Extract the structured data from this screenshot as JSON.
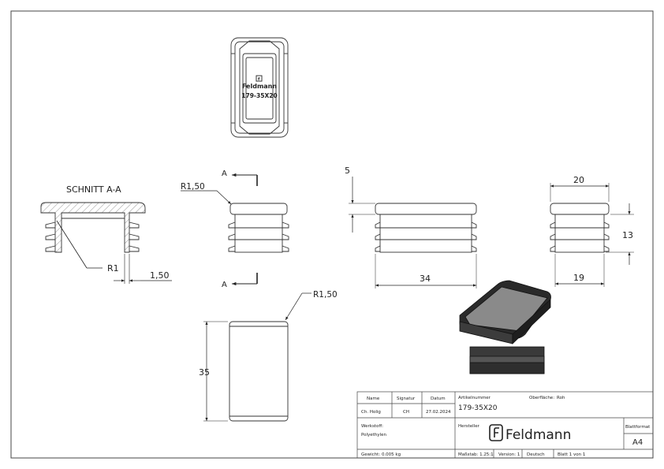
{
  "views": {
    "top": {
      "brand": "Feldmann",
      "code": "179-35X20"
    },
    "section_title": "SCHNITT A-A",
    "section_marker": "A",
    "dims": {
      "gap_5": "5",
      "r150_front": "R1,50",
      "r150_bottom": "R1,50",
      "r1": "R1",
      "wall_150": "1,50",
      "w20": "20",
      "h13": "13",
      "w19": "19",
      "w34": "34",
      "h35": "35"
    }
  },
  "titleblock": {
    "name_h": "Name",
    "sig_h": "Signatur",
    "date_h": "Datum",
    "name_v": "Ch. Holig",
    "sig_v": "CH",
    "date_v": "27.02.2024",
    "art_h": "Artikelnummer",
    "art_v": "179-35X20",
    "surf_h": "Oberfläche:",
    "surf_v": "Roh",
    "mat_h": "Werkstoff:",
    "mat_v": "Polyethylen",
    "maker_h": "Hersteller",
    "maker_v": "Feldmann",
    "format_h": "Blattformat",
    "format_v": "A4",
    "weight": "Gewicht: 0.005 kg",
    "scale": "Maßstab: 1.25:1",
    "version": "Version: 1",
    "lang": "Deutsch",
    "sheet": "Blatt 1 von 1"
  }
}
